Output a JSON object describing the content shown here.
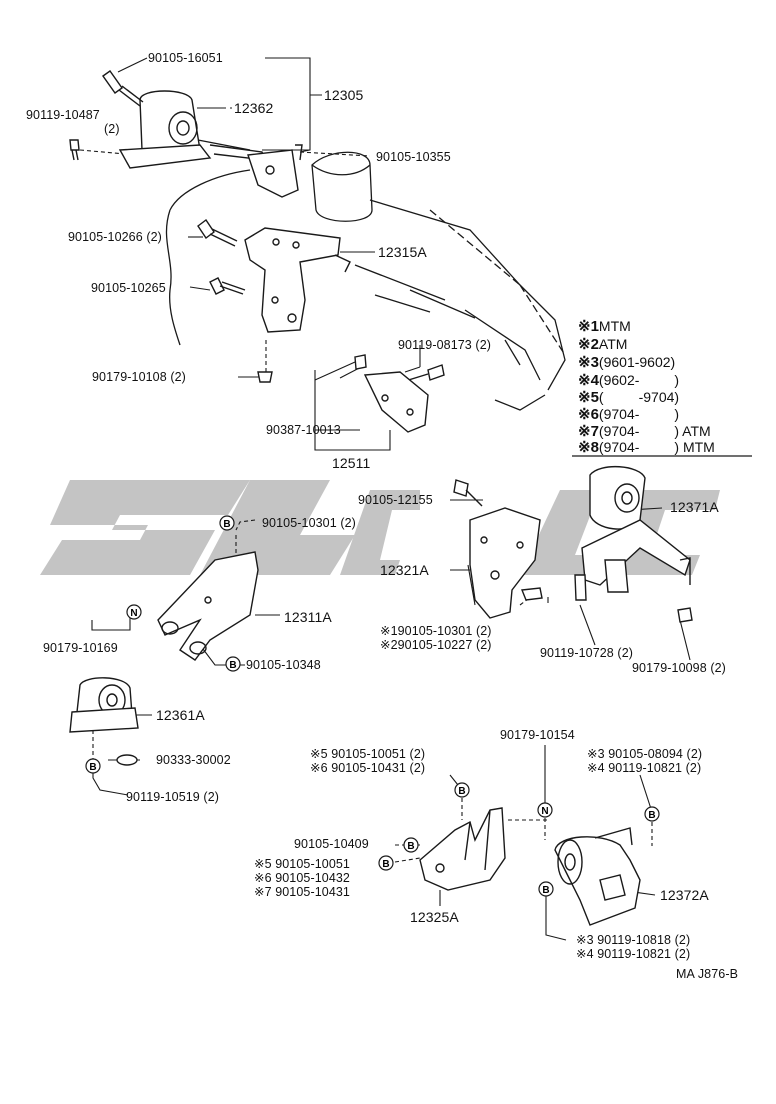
{
  "watermark_text": "ccpc",
  "colors": {
    "ink": "#1a1a1a",
    "watermark": "#bcbcbc"
  },
  "labels": {
    "p90105_16051": "90105-16051",
    "p12305": "12305",
    "p90119_10487": "90119-10487",
    "q2_a": "(2)",
    "p12362": "12362",
    "p90105_10355": "90105-10355",
    "p90105_10266": "90105-10266 (2)",
    "p12315A": "12315A",
    "p90105_10265": "90105-10265",
    "p90119_08173": "90119-08173 (2)",
    "p90179_10108": "90179-10108 (2)",
    "p90387_10013": "90387-10013",
    "p12511": "12511",
    "p90105_12155": "90105-12155",
    "p12371A": "12371A",
    "p90105_10301": "90105-10301 (2)",
    "p12321A": "12321A",
    "p12311A": "12311A",
    "p90179_10169": "90179-10169",
    "p90105_10348": "90105-10348",
    "n1_90105_10301": "※190105-10301 (2)",
    "n2_90105_10227": "※290105-10227 (2)",
    "p90119_10728": "90119-10728 (2)",
    "p90179_10098": "90179-10098 (2)",
    "p12361A": "12361A",
    "p90333_30002": "90333-30002",
    "p90119_10519": "90119-10519 (2)",
    "n5_90105_10051": "※5 90105-10051 (2)",
    "n6_90105_10431": "※6 90105-10431 (2)",
    "p90179_10154": "90179-10154",
    "n3_90105_08094": "※3 90105-08094 (2)",
    "n4_90119_10821": "※4 90119-10821 (2)",
    "p90105_10409": "90105-10409",
    "n5_90105_10051b": "※5 90105-10051",
    "n6_90105_10432": "※6 90105-10432",
    "n7_90105_10431": "※7 90105-10431",
    "p12325A": "12325A",
    "p12372A": "12372A",
    "n3_90119_10818": "※3 90119-10818 (2)",
    "n4_90119_10821b": "※4 90119-10821 (2)",
    "page_ref": "MA J876-B"
  },
  "circle_letters": {
    "b": "B",
    "n": "N"
  },
  "legend": [
    {
      "mark": "※1",
      "text": "MTM"
    },
    {
      "mark": "※2",
      "text": "ATM"
    },
    {
      "mark": "※3",
      "text": "(9601-9602)"
    },
    {
      "mark": "※4",
      "text": "(9602-         )"
    },
    {
      "mark": "※5",
      "text": "(         -9704)"
    },
    {
      "mark": "※6",
      "text": "(9704-         )"
    },
    {
      "mark": "※7",
      "text": "(9704-         ) ATM"
    },
    {
      "mark": "※8",
      "text": "(9704-         ) MTM"
    }
  ]
}
